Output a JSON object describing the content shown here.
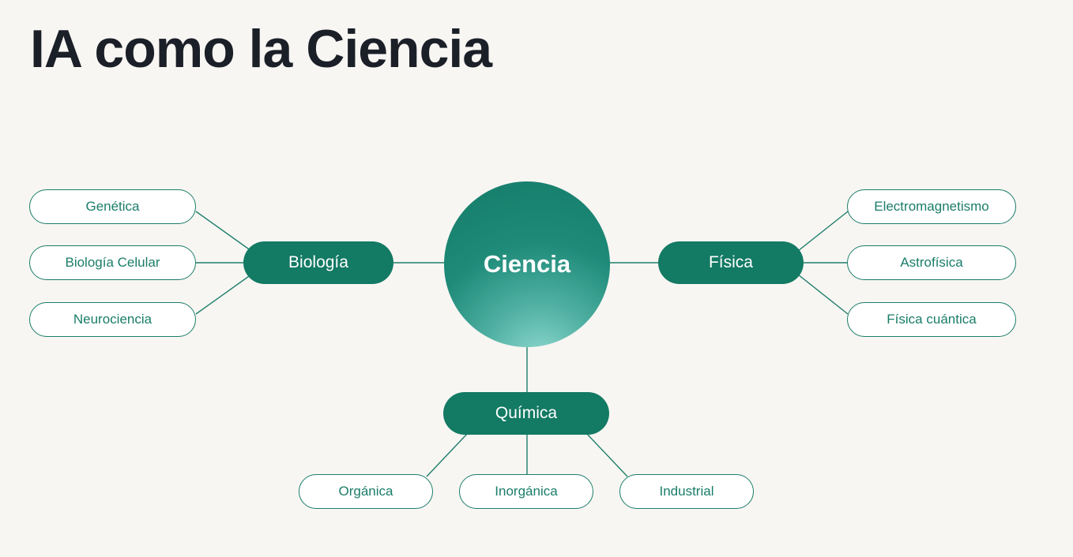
{
  "slide": {
    "title": "IA como la Ciencia"
  },
  "diagram": {
    "center": "Ciencia",
    "branches": {
      "biologia": {
        "label": "Biología",
        "leaves": [
          "Genética",
          "Biología Celular",
          "Neurociencia"
        ]
      },
      "fisica": {
        "label": "Física",
        "leaves": [
          "Electromagnetismo",
          "Astrofísica",
          "Física cuántica"
        ]
      },
      "quimica": {
        "label": "Química",
        "leaves": [
          "Orgánica",
          "Inorgánica",
          "Industrial"
        ]
      }
    }
  },
  "colors": {
    "background": "#f8f6f3",
    "accent": "#137a64",
    "title": "#1b1f28",
    "leaf_fill": "#ffffff"
  }
}
